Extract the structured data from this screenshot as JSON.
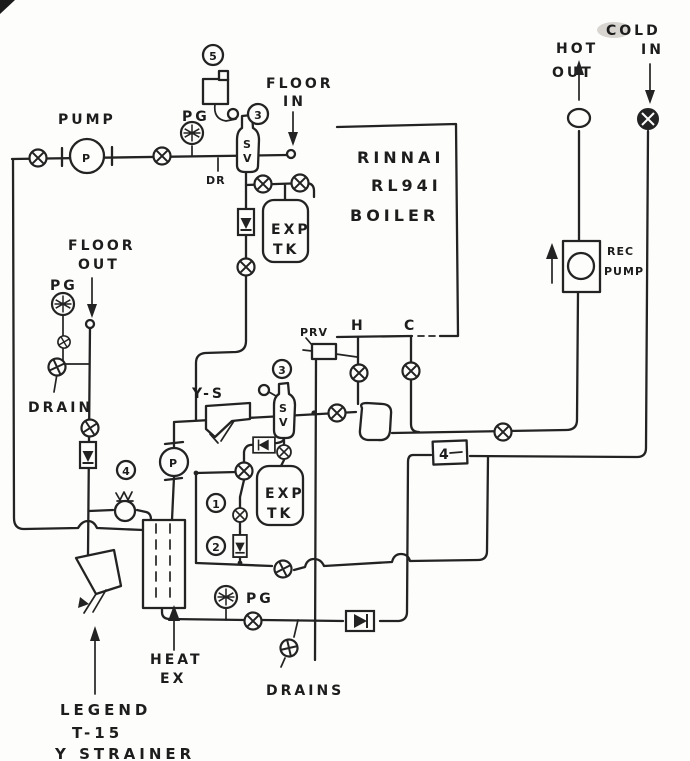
{
  "page": {
    "background": "#fdfdfb",
    "ink": "#232323"
  },
  "boiler": {
    "line1": "RINNAI",
    "line2": "RL94I",
    "line3": "BOILER",
    "hot_port": "H",
    "cold_port": "C"
  },
  "labels": {
    "pump": "PUMP",
    "pg_top": "PG",
    "pg_left": "PG",
    "pg_bottom": "PG",
    "floor_in_l1": "FLOOR",
    "floor_in_l2": "IN",
    "floor_out_l1": "FLOOR",
    "floor_out_l2": "OUT",
    "dr": "DR",
    "drain": "DRAIN",
    "drains": "DRAINS",
    "prv": "PRV",
    "y_strainer": "Y-S",
    "exp_tank_l1": "EXP",
    "exp_tank_l2": "TK",
    "sv_s": "S",
    "sv_v": "V",
    "hot_l1": "HOT",
    "hot_l2": "OUT",
    "cold_l1": "COLD",
    "cold_l2": "IN",
    "rec_l1": "REC",
    "rec_l2": "PUMP",
    "heat_ex_l1": "HEAT",
    "heat_ex_l2": "EX",
    "pump_p": "P"
  },
  "legend": {
    "l1": "LEGEND",
    "l2": "T-15",
    "l3": "Y STRAINER"
  },
  "callouts": {
    "c1": "1",
    "c2": "2",
    "c3": "3",
    "c4": "4",
    "c5": "5",
    "boxed4": "4"
  }
}
